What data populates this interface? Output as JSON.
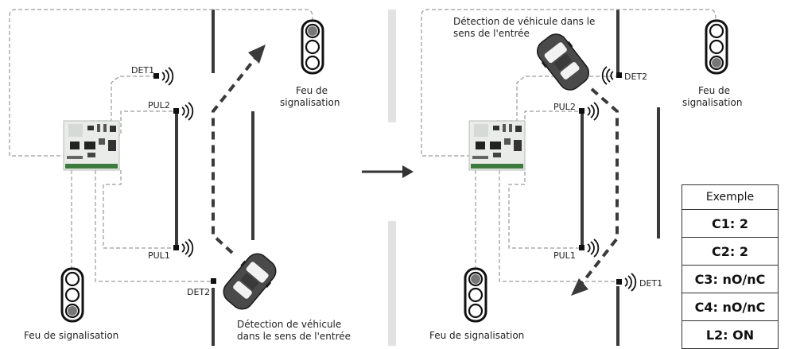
{
  "left": {
    "det1": "DET1",
    "pul2": "PUL2",
    "pul1": "PUL1",
    "det2": "DET2",
    "feu_top_1": "Feu de",
    "feu_top_2": "signalisation",
    "feu_bottom": "Feu de signalisation",
    "detection_1": "Détection de véhicule",
    "detection_2": "dans le sens de l'entrée"
  },
  "right": {
    "detection_1": "Détection de véhicule dans le",
    "detection_2": "sens de l'entrée",
    "det2": "DET2",
    "pul2": "PUL2",
    "pul1": "PUL1",
    "det1": "DET1",
    "feu_top_1": "Feu de",
    "feu_top_2": "signalisation",
    "feu_bottom": "Feu de signalisation"
  },
  "table": {
    "header": "Exemple",
    "rows": [
      "C1: 2",
      "C2: 2",
      "C3: nO/nC",
      "C4: nO/nC",
      "L2: ON"
    ]
  },
  "colors": {
    "wire": "#9a9a9a",
    "road": "#3a3a3a",
    "road_grey": "#e2e2e2",
    "car": "#4a4a4a",
    "board": "#e9ece9"
  }
}
